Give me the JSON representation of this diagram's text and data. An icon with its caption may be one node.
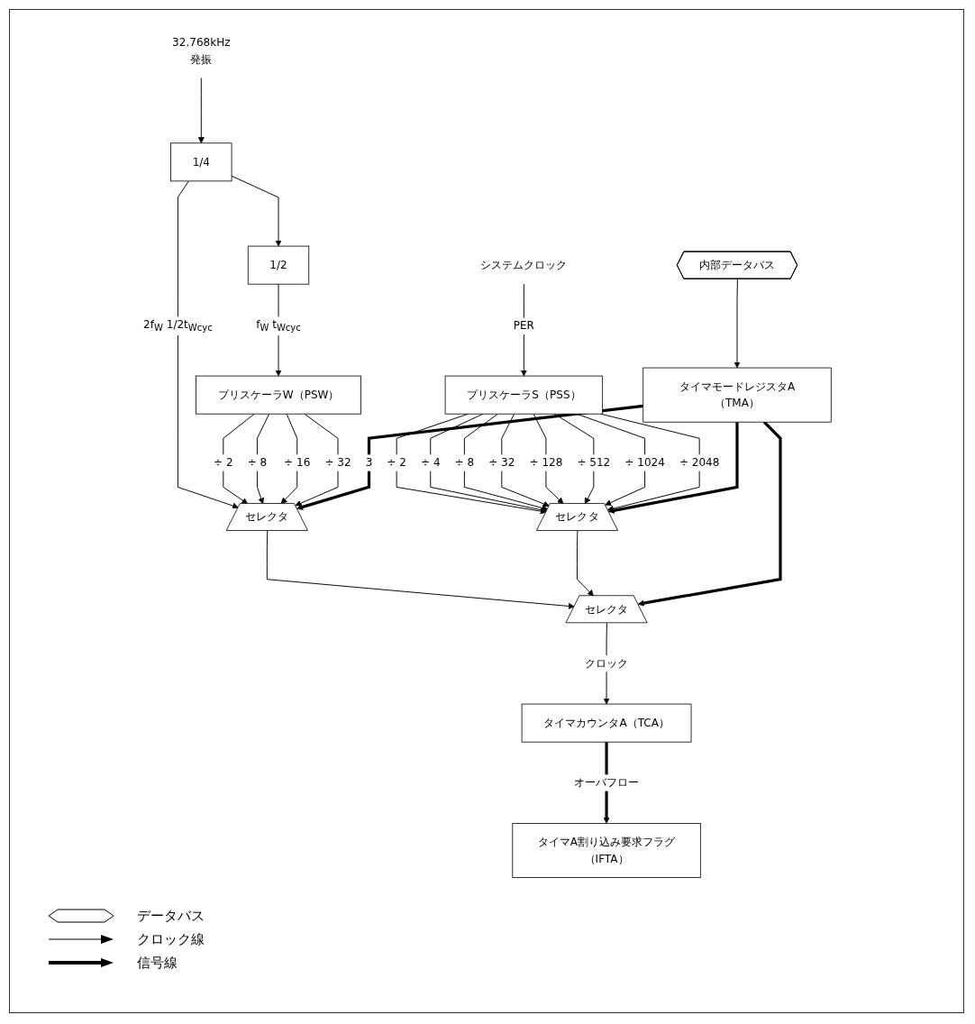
{
  "diagram": {
    "nodes": [
      {
        "text": [
          "32.768kHz",
          "発振"
        ]
      },
      {
        "text": [
          "1/4"
        ]
      },
      {
        "text": [
          "1/2"
        ]
      },
      {
        "text": [
          "プリスケーラW（PSW）"
        ]
      },
      {
        "text": [
          "セレクタ"
        ]
      },
      {
        "text": [
          "タイマA割り込み要求フラグ（IFTA）"
        ]
      },
      {
        "text": [
          "内部データバス"
        ]
      },
      {
        "text": [
          "セレクタ"
        ]
      },
      {
        "text": [
          "タイマカウンタA（TCA）"
        ]
      },
      {
        "text": [
          "セレクタ"
        ]
      },
      {
        "text": [
          "システムクロック"
        ]
      },
      {
        "text": [
          "プリスケーラS（PSS）"
        ]
      },
      {
        "text": [
          "タイマモードレジスタA（TMA）"
        ]
      }
    ],
    "edges": [
      {
        "from": 0,
        "to": 1,
        "arrow": "to"
      },
      {
        "from": 1,
        "to": 2,
        "arrow": "to"
      },
      {
        "from": 2,
        "to": 3,
        "arrow": "to",
        "label": "f$_{W}$ t$_{Wcyc}$"
      },
      {
        "from": 1,
        "to": 4,
        "arrow": "to",
        "label": "2f$_{W}$ 1/2t$_{Wcyc}$"
      },
      {
        "from": 3,
        "to": 4,
        "arrow": "to",
        "label": "÷ 2"
      },
      {
        "from": 3,
        "to": 4,
        "arrow": "to",
        "label": "÷ 8"
      },
      {
        "from": 3,
        "to": 4,
        "arrow": "to",
        "label": "÷ 16"
      },
      {
        "from": 3,
        "to": 4,
        "arrow": "to",
        "label": "÷ 32"
      },
      {
        "from": 4,
        "to": 7,
        "arrow": "to"
      },
      {
        "from": 9,
        "to": 7,
        "arrow": "to"
      },
      {
        "from": 7,
        "to": 8,
        "arrow": "to",
        "label": "クロック"
      },
      {
        "from": 8,
        "to": 5,
        "arrow": "to",
        "style": "thick",
        "label": "オーバフロー"
      },
      {
        "from": 10,
        "to": 11,
        "arrow": "to",
        "label": "PER"
      },
      {
        "from": 11,
        "to": 9,
        "arrow": "to",
        "label": "÷ 2"
      },
      {
        "from": 11,
        "to": 9,
        "arrow": "to",
        "label": "÷ 4"
      },
      {
        "from": 11,
        "to": 9,
        "arrow": "to",
        "label": "÷ 8"
      },
      {
        "from": 11,
        "to": 9,
        "arrow": "to",
        "label": "÷ 32"
      },
      {
        "from": 11,
        "to": 9,
        "arrow": "to",
        "label": "÷ 128"
      },
      {
        "from": 11,
        "to": 9,
        "arrow": "to",
        "label": "÷ 512"
      },
      {
        "from": 11,
        "to": 9,
        "arrow": "to",
        "label": "÷ 1024"
      },
      {
        "from": 11,
        "to": 9,
        "arrow": "to",
        "label": "÷ 2048"
      },
      {
        "from": 12,
        "to": 4,
        "arrow": "to",
        "style": "thick",
        "label": "3"
      },
      {
        "from": 12,
        "to": 9,
        "arrow": "to",
        "style": "thick"
      },
      {
        "from": 12,
        "to": 7,
        "arrow": "to",
        "style": "thick"
      },
      {
        "from": 6,
        "to": 12,
        "arrow": "to"
      }
    ],
    "legend": [
      {
        "text": "データバス"
      },
      {
        "text": "クロック線"
      },
      {
        "text": "信号線"
      }
    ]
  }
}
